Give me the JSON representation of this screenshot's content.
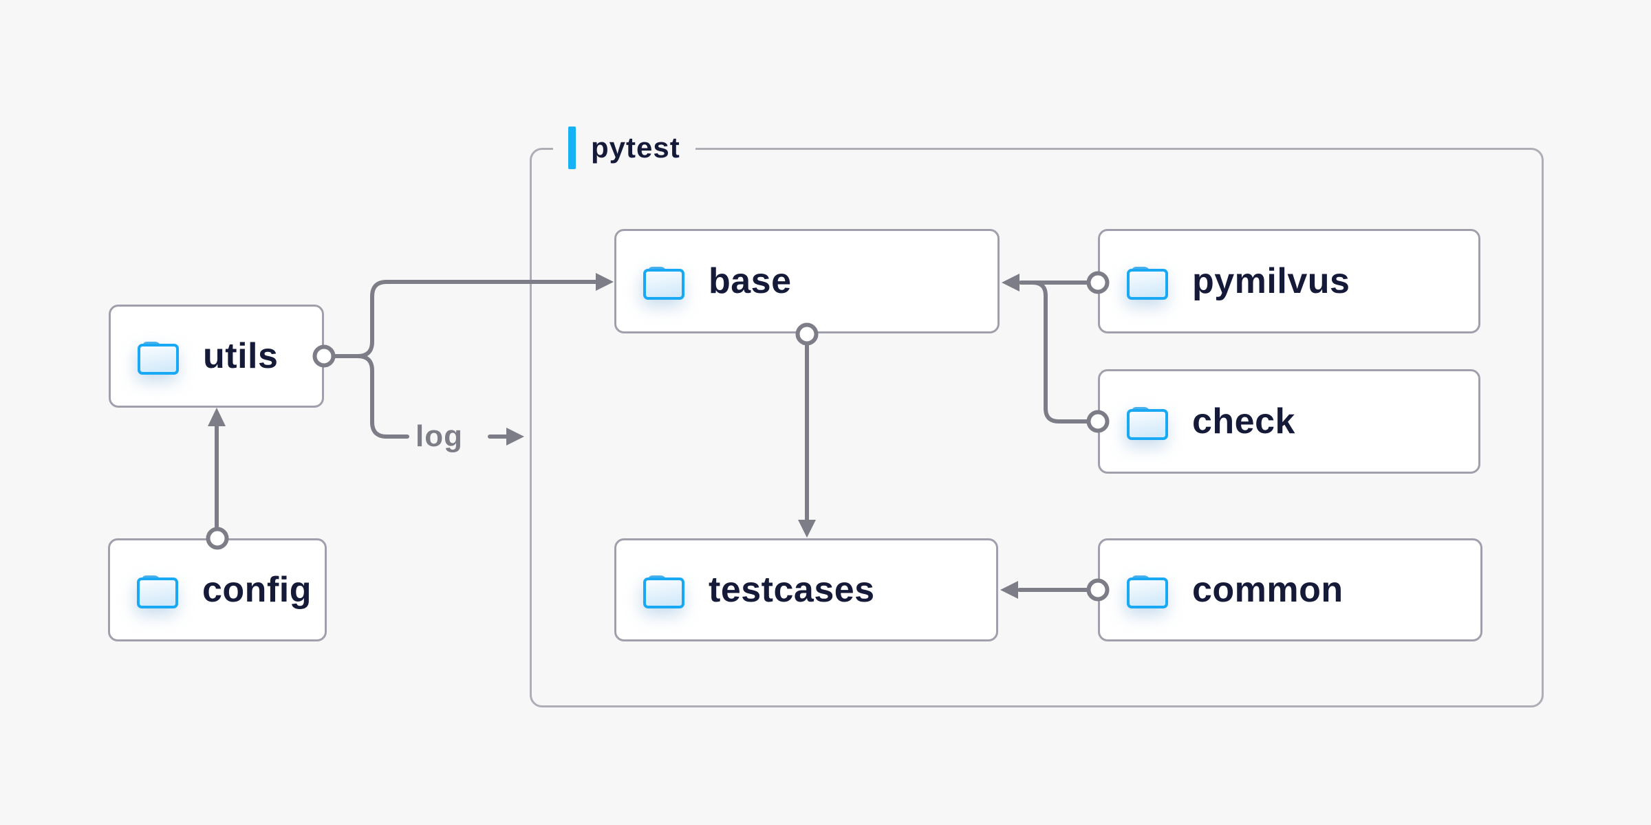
{
  "container": {
    "label": "pytest"
  },
  "nodes": {
    "utils": {
      "label": "utils",
      "icon": "folder-icon"
    },
    "config": {
      "label": "config",
      "icon": "folder-icon"
    },
    "base": {
      "label": "base",
      "icon": "folder-icon"
    },
    "pymilvus": {
      "label": "pymilvus",
      "icon": "folder-icon"
    },
    "check": {
      "label": "check",
      "icon": "folder-icon"
    },
    "testcases": {
      "label": "testcases",
      "icon": "folder-icon"
    },
    "common": {
      "label": "common",
      "icon": "folder-icon"
    }
  },
  "edges": [
    {
      "from": "config",
      "to": "utils"
    },
    {
      "from": "utils",
      "to": "base"
    },
    {
      "from": "utils",
      "to": "pytest-container",
      "label": "log"
    },
    {
      "from": "pymilvus",
      "to": "base"
    },
    {
      "from": "check",
      "to": "base"
    },
    {
      "from": "base",
      "to": "testcases"
    },
    {
      "from": "common",
      "to": "testcases"
    }
  ],
  "icons": {
    "folder_icon": "blue folder",
    "log_arrow_icon": "→"
  },
  "colors": {
    "background": "#f7f7f8",
    "accent_blue": "#16b2f3",
    "folder_blue": "#18a8f4",
    "node_text": "#141a38",
    "connector_gray": "#7d7d88",
    "node_border": "#9fa0ab",
    "container_border": "#aeaeb6"
  }
}
